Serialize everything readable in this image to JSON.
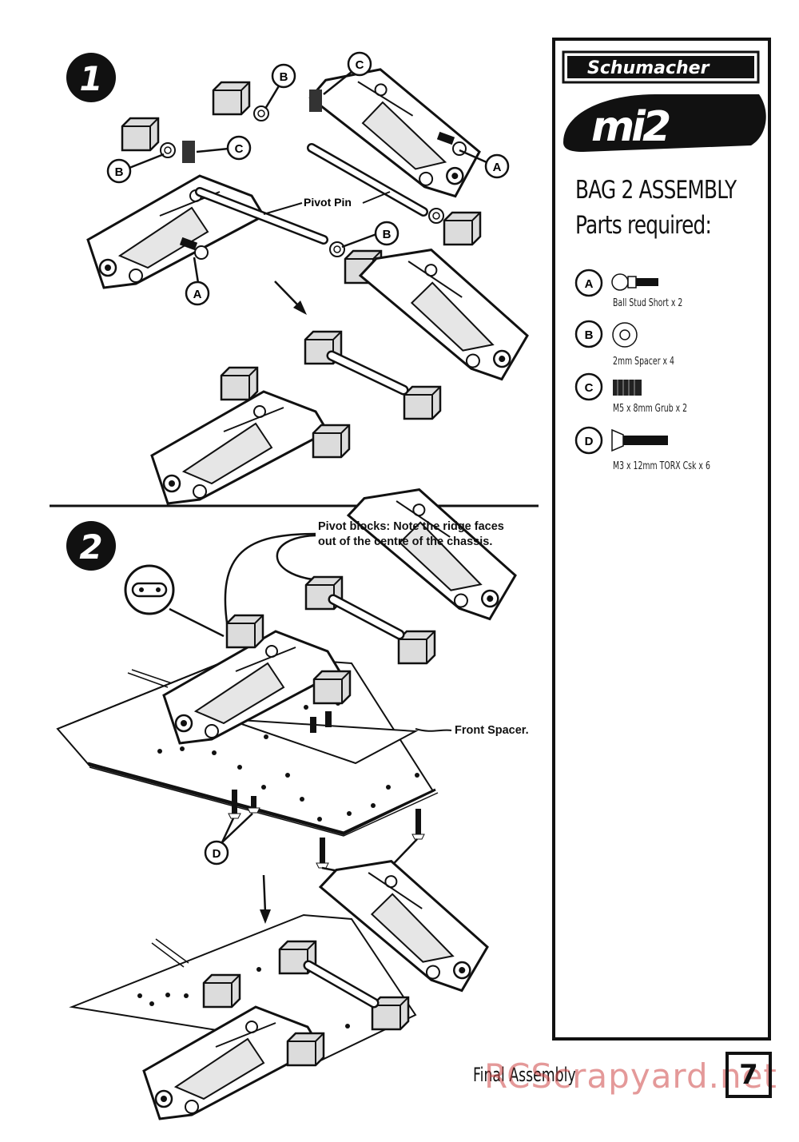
{
  "brand": {
    "logo_text": "Schumacher",
    "model_logo": "mi2"
  },
  "sidebar": {
    "title": "BAG 2 ASSEMBLY",
    "subtitle": "Parts required:",
    "parts": [
      {
        "letter": "A",
        "label": "Ball Stud Short x 2",
        "icon": "ball-stud-icon"
      },
      {
        "letter": "B",
        "label": "2mm Spacer x 4",
        "icon": "spacer-icon"
      },
      {
        "letter": "C",
        "label": "M5 x 8mm Grub x 2",
        "icon": "grub-screw-icon"
      },
      {
        "letter": "D",
        "label": "M3 x 12mm TORX Csk x 6",
        "icon": "countersunk-screw-icon"
      }
    ]
  },
  "step1": {
    "number": "1",
    "callouts": {
      "a": "A",
      "b": "B",
      "c": "C"
    },
    "pivot_pin": "Pivot Pin"
  },
  "step2": {
    "number": "2",
    "pivot_note": "Pivot blocks: Note the ridge faces out of the centre of the chassis.",
    "front_spacer": "Front Spacer.",
    "callout_d": "D"
  },
  "footer": {
    "section": "Final Assembly",
    "page_number": "7",
    "watermark": "RCScrapyard.net"
  },
  "colors": {
    "ink": "#111111",
    "paper": "#ffffff",
    "part_grey": "#d9d9d9",
    "watermark": "#cd4646"
  }
}
